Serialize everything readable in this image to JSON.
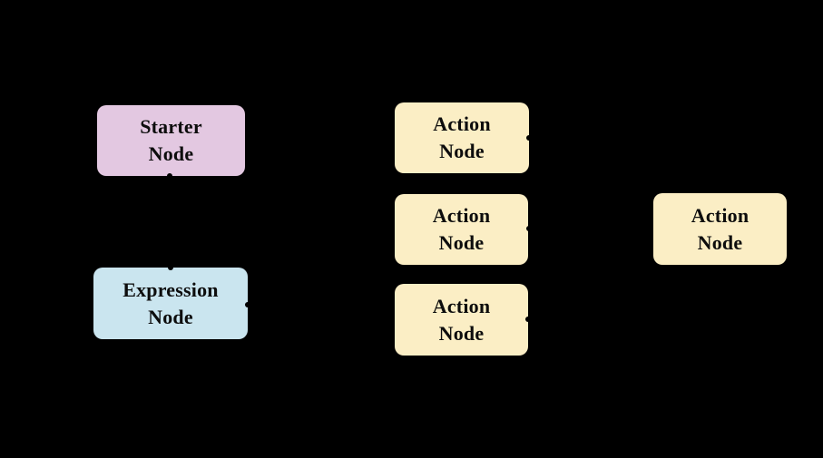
{
  "diagram": {
    "background_color": "#000000",
    "connector_color": "#000000",
    "nodes": [
      {
        "id": "starter-node",
        "label": "Starter\nNode",
        "fill": "#e3c8e1",
        "text_color": "#0d0d0d"
      },
      {
        "id": "expression-node",
        "label": "Expression\nNode",
        "fill": "#cae5ef",
        "text_color": "#0d0d0d"
      },
      {
        "id": "action-node-1",
        "label": "Action\nNode",
        "fill": "#fbeec5",
        "text_color": "#0d0d0d"
      },
      {
        "id": "action-node-2",
        "label": "Action\nNode",
        "fill": "#fbeec5",
        "text_color": "#0d0d0d"
      },
      {
        "id": "action-node-3",
        "label": "Action\nNode",
        "fill": "#fbeec5",
        "text_color": "#0d0d0d"
      },
      {
        "id": "action-node-4",
        "label": "Action\nNode",
        "fill": "#fbeec5",
        "text_color": "#0d0d0d"
      }
    ]
  }
}
